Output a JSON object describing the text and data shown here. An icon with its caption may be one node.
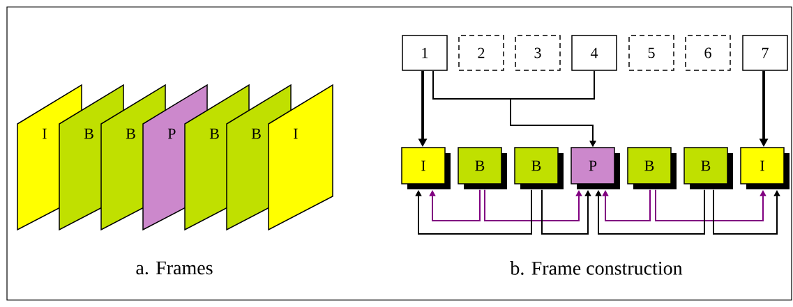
{
  "diagram": {
    "nodes": [
      {
        "text": [
          "I"
        ]
      },
      {
        "text": [
          "B"
        ]
      },
      {
        "text": [
          "B"
        ]
      },
      {
        "text": [
          "P"
        ]
      },
      {
        "text": [
          "B"
        ]
      },
      {
        "text": [
          "B"
        ]
      },
      {
        "text": [
          "I"
        ]
      },
      {
        "text": [
          "1"
        ]
      },
      {
        "text": [
          "2"
        ]
      },
      {
        "text": [
          "3"
        ]
      },
      {
        "text": [
          "4"
        ]
      },
      {
        "text": [
          "5"
        ]
      },
      {
        "text": [
          "6"
        ]
      },
      {
        "text": [
          "7"
        ]
      },
      {
        "text": [
          "I"
        ]
      },
      {
        "text": [
          "B"
        ]
      },
      {
        "text": [
          "B"
        ]
      },
      {
        "text": [
          "P"
        ]
      },
      {
        "text": [
          "B"
        ]
      },
      {
        "text": [
          "B"
        ]
      },
      {
        "text": [
          "I"
        ]
      }
    ],
    "edges": [
      {
        "from": 7,
        "to": 14,
        "arrow": "to",
        "style": "thick"
      },
      {
        "from": 7,
        "to": 17,
        "arrow": "to"
      },
      {
        "from": 10,
        "to": 17,
        "arrow": "to"
      },
      {
        "from": 13,
        "to": 20,
        "arrow": "to",
        "style": "thick"
      },
      {
        "from": 15,
        "to": 14,
        "arrow": "to",
        "color": "#800080"
      },
      {
        "from": 15,
        "to": 17,
        "arrow": "to",
        "color": "#800080"
      },
      {
        "from": 16,
        "to": 14,
        "arrow": "to"
      },
      {
        "from": 16,
        "to": 17,
        "arrow": "to"
      },
      {
        "from": 18,
        "to": 17,
        "arrow": "to",
        "color": "#800080"
      },
      {
        "from": 18,
        "to": 20,
        "arrow": "to",
        "color": "#800080"
      },
      {
        "from": 19,
        "to": 17,
        "arrow": "to"
      },
      {
        "from": 19,
        "to": 20,
        "arrow": "to"
      }
    ],
    "labels": [
      "a. Frames",
      "b. Frame construction"
    ]
  }
}
